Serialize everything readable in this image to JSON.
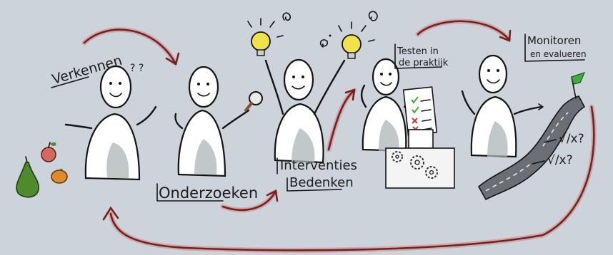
{
  "stages": [
    {
      "id": "verkennen",
      "label": "Verkennen",
      "annotation": "? ?"
    },
    {
      "id": "onderzoeken",
      "label": "Onderzoeken"
    },
    {
      "id": "interventies",
      "label_line1": "Interventies",
      "label_line2": "Bedenken"
    },
    {
      "id": "testen",
      "label_line1": "Testen in",
      "label_line2": "de praktijk"
    },
    {
      "id": "monitoren",
      "label_line1": "Monitoren",
      "label_line2": "en evalueren"
    }
  ],
  "checks": [
    "√/x?",
    "√/x?"
  ],
  "colors": {
    "background": "#cdd3da",
    "arrow": "#7a1f1c",
    "bulb": "#f0e24a",
    "check": "#3fae3a",
    "cross": "#d23a2c",
    "flag": "#3fae3a",
    "road": "#6b6e72"
  },
  "icons": [
    "pear-icon",
    "apple-icon",
    "orange-icon",
    "magnifier-icon",
    "lightbulb-icon",
    "checklist-icon",
    "gears-icon",
    "road-icon",
    "flag-icon"
  ]
}
